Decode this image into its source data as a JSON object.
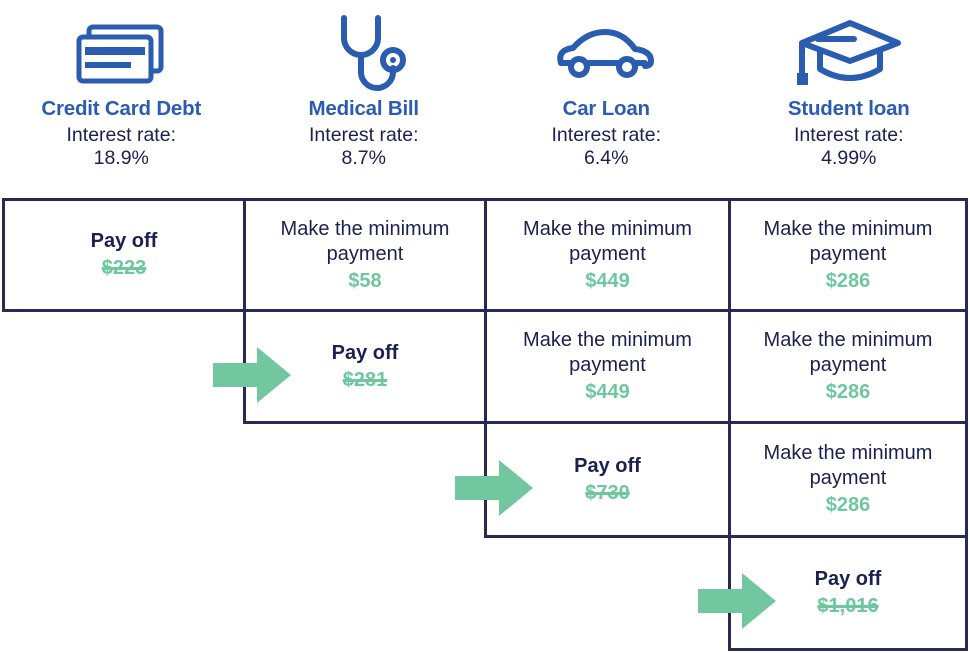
{
  "header": {
    "debts": [
      {
        "icon": "credit-cards-icon",
        "name": "Credit Card Debt",
        "rate_label": "Interest rate:",
        "rate_value": "18.9%"
      },
      {
        "icon": "stethoscope-icon",
        "name": "Medical Bill",
        "rate_label": "Interest rate:",
        "rate_value": "8.7%"
      },
      {
        "icon": "car-icon",
        "name": "Car Loan",
        "rate_label": "Interest rate:",
        "rate_value": "6.4%"
      },
      {
        "icon": "graduation-cap-icon",
        "name": "Student loan",
        "rate_label": "Interest rate:",
        "rate_value": "4.99%"
      }
    ]
  },
  "grid": {
    "rows": [
      {
        "cells": [
          {
            "action": "Pay off",
            "amount": "$223",
            "struck": true,
            "type": "payoff"
          },
          {
            "action": "Make the minimum payment",
            "amount": "$58",
            "struck": false,
            "type": "minimum"
          },
          {
            "action": "Make the minimum payment",
            "amount": "$449",
            "struck": false,
            "type": "minimum"
          },
          {
            "action": "Make the minimum payment",
            "amount": "$286",
            "struck": false,
            "type": "minimum"
          }
        ]
      },
      {
        "cells": [
          {
            "action": "",
            "amount": "",
            "struck": false,
            "type": "empty"
          },
          {
            "action": "Pay off",
            "amount": "$281",
            "struck": true,
            "type": "payoff"
          },
          {
            "action": "Make the minimum payment",
            "amount": "$449",
            "struck": false,
            "type": "minimum"
          },
          {
            "action": "Make the minimum payment",
            "amount": "$286",
            "struck": false,
            "type": "minimum"
          }
        ]
      },
      {
        "cells": [
          {
            "action": "",
            "amount": "",
            "struck": false,
            "type": "empty"
          },
          {
            "action": "",
            "amount": "",
            "struck": false,
            "type": "empty"
          },
          {
            "action": "Pay off",
            "amount": "$730",
            "struck": true,
            "type": "payoff"
          },
          {
            "action": "Make the minimum payment",
            "amount": "$286",
            "struck": false,
            "type": "minimum"
          }
        ]
      },
      {
        "cells": [
          {
            "action": "",
            "amount": "",
            "struck": false,
            "type": "empty"
          },
          {
            "action": "",
            "amount": "",
            "struck": false,
            "type": "empty"
          },
          {
            "action": "",
            "amount": "",
            "struck": false,
            "type": "empty"
          },
          {
            "action": "Pay off",
            "amount": "$1,016",
            "struck": true,
            "type": "payoff"
          }
        ]
      }
    ],
    "arrows": [
      {
        "name": "arrow-to-medical-bill-payoff"
      },
      {
        "name": "arrow-to-car-loan-payoff"
      },
      {
        "name": "arrow-to-student-loan-payoff"
      }
    ]
  },
  "colors": {
    "title_blue": "#2a5cb0",
    "icon_blue": "#2a5cb0",
    "text_navy": "#1b2050",
    "border_navy": "#282a55",
    "amount_green": "#6ec79e",
    "arrow_green": "#72c6a0",
    "background": "#ffffff"
  }
}
